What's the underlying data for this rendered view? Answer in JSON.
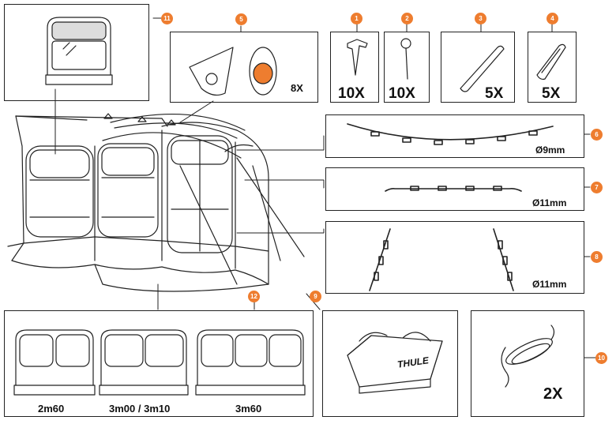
{
  "accent_color": "#ee7d2f",
  "parts": {
    "p1": {
      "badge": "1",
      "qty": "10X"
    },
    "p2": {
      "badge": "2",
      "qty": "10X"
    },
    "p3": {
      "badge": "3",
      "qty": "5X"
    },
    "p4": {
      "badge": "4",
      "qty": "5X"
    },
    "p5": {
      "badge": "5",
      "qty": "8X"
    },
    "p6": {
      "badge": "6",
      "diameter": "Ø9mm"
    },
    "p7": {
      "badge": "7",
      "diameter": "Ø11mm"
    },
    "p8": {
      "badge": "8",
      "diameter": "Ø11mm"
    },
    "p9": {
      "badge": "9",
      "brand": "THULE"
    },
    "p10": {
      "badge": "10",
      "qty": "2X"
    },
    "p11": {
      "badge": "11"
    },
    "p12": {
      "badge": "12",
      "sizes": [
        "2m60",
        "3m00 / 3m10",
        "3m60"
      ]
    }
  }
}
